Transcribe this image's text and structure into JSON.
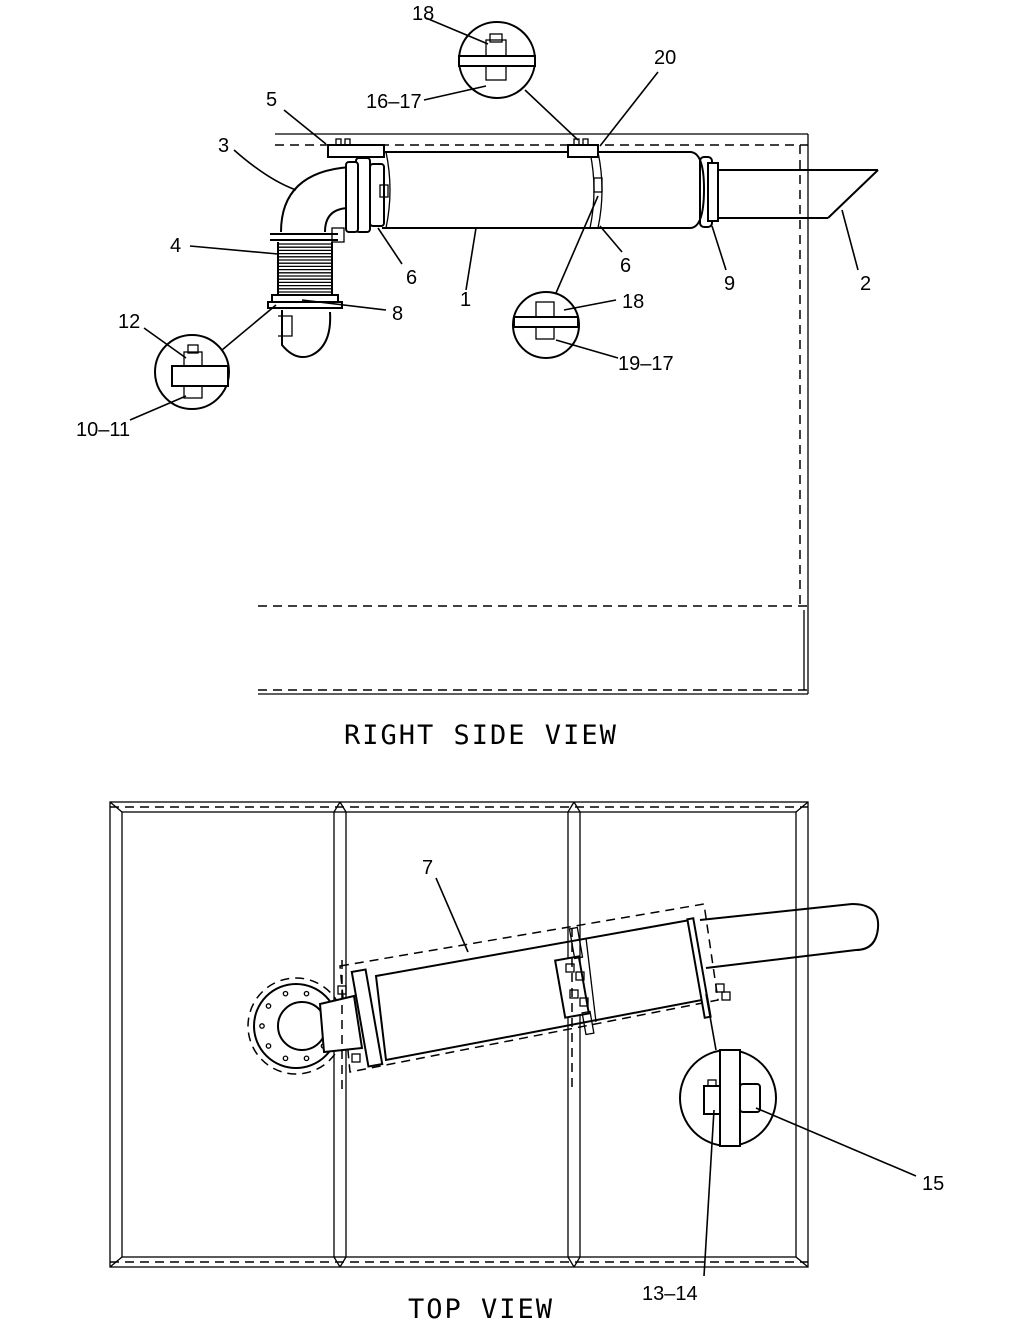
{
  "views": {
    "right_side": {
      "title": "RIGHT SIDE VIEW"
    },
    "top": {
      "title": "TOP VIEW"
    }
  },
  "callouts": {
    "c1": "1",
    "c2": "2",
    "c3": "3",
    "c4": "4",
    "c5": "5",
    "c6a": "6",
    "c6b": "6",
    "c7": "7",
    "c8": "8",
    "c9": "9",
    "c10_11": "10–11",
    "c12": "12",
    "c13_14": "13–14",
    "c15": "15",
    "c16_17": "16–17",
    "c18a": "18",
    "c18b": "18",
    "c19_17": "19–17",
    "c20": "20"
  }
}
